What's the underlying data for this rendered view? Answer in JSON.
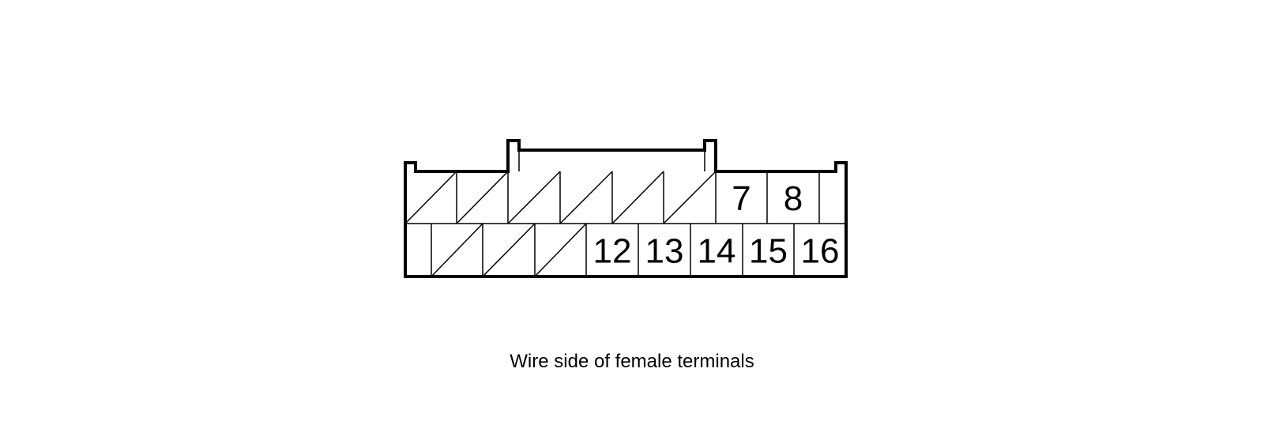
{
  "caption": "Wire side of female terminals",
  "connector": {
    "rows": [
      {
        "cells": [
          {
            "label": "",
            "hatched": true
          },
          {
            "label": "",
            "hatched": true
          },
          {
            "label": "",
            "hatched": true
          },
          {
            "label": "",
            "hatched": true
          },
          {
            "label": "",
            "hatched": true
          },
          {
            "label": "",
            "hatched": true
          },
          {
            "label": "7",
            "hatched": false
          },
          {
            "label": "8",
            "hatched": false
          },
          {
            "label": "",
            "hatched": false
          }
        ]
      },
      {
        "cells": [
          {
            "label": "",
            "hatched": false
          },
          {
            "label": "",
            "hatched": true
          },
          {
            "label": "",
            "hatched": true
          },
          {
            "label": "",
            "hatched": true
          },
          {
            "label": "12",
            "hatched": false
          },
          {
            "label": "13",
            "hatched": false
          },
          {
            "label": "14",
            "hatched": false
          },
          {
            "label": "15",
            "hatched": false
          },
          {
            "label": "16",
            "hatched": false
          }
        ]
      }
    ]
  },
  "colors": {
    "line": "#000000",
    "background": "#ffffff"
  }
}
